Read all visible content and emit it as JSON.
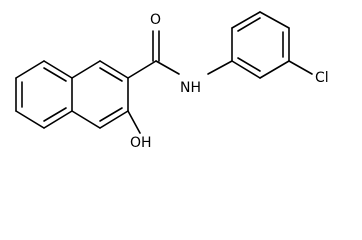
{
  "molecule": {
    "atoms": {
      "oxygen_carbonyl": "O",
      "nitrogen_amide": "NH",
      "chlorine": "Cl",
      "hydroxyl": "OH"
    }
  }
}
